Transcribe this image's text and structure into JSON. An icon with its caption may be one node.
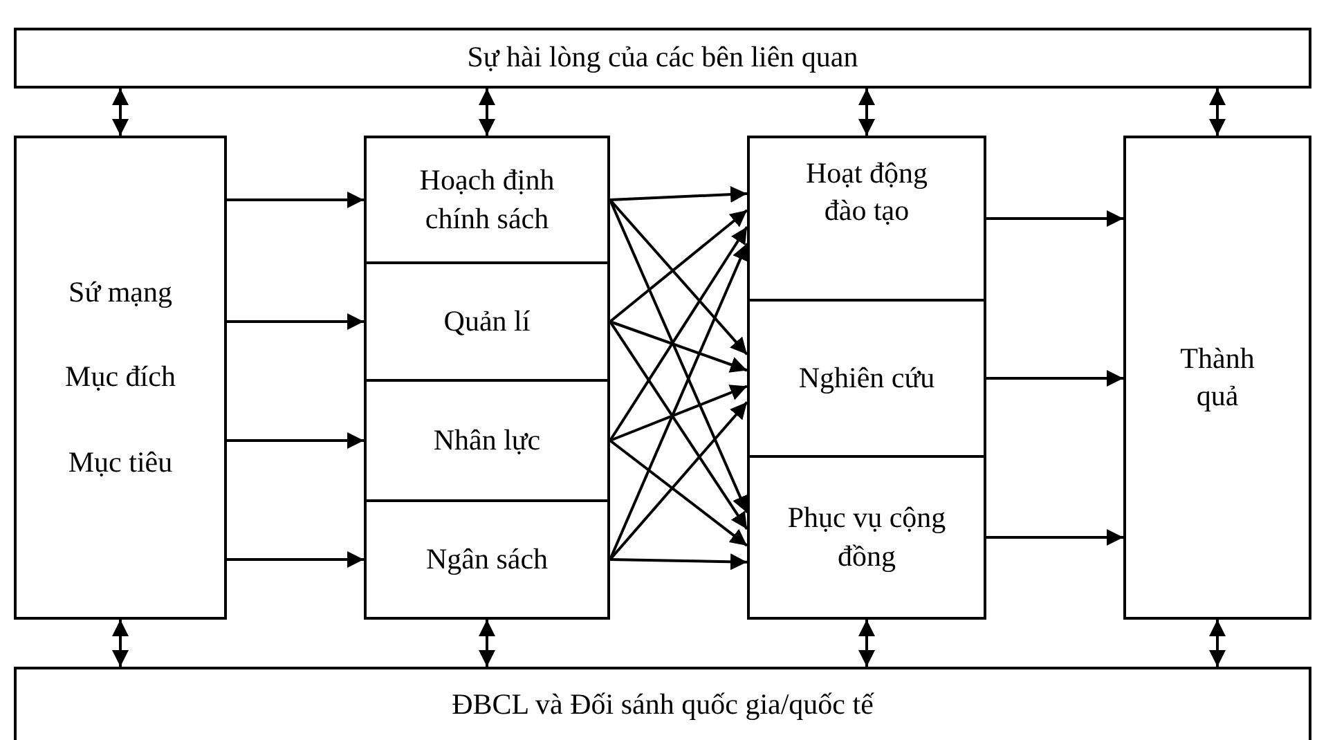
{
  "diagram": {
    "nodes": [
      {
        "text": [
          "Sự hài lòng của các bên liên quan"
        ]
      },
      {
        "text": [
          "Sứ mạng",
          "Mục đích",
          "Mục tiêu"
        ]
      },
      {
        "text": [
          "Hoạch định chính sách"
        ]
      },
      {
        "text": [
          "Quản lí"
        ]
      },
      {
        "text": [
          "Nhân lực"
        ]
      },
      {
        "text": [
          "Ngân sách"
        ]
      },
      {
        "text": [
          "Hoạt động đào tạo"
        ]
      },
      {
        "text": [
          "Nghiên cứu"
        ]
      },
      {
        "text": [
          "Phục vụ cộng đồng"
        ]
      },
      {
        "text": [
          "Thành quả"
        ]
      },
      {
        "text": [
          "ĐBCL và Đối sánh quốc gia/quốc tế"
        ]
      }
    ],
    "edges": [
      {
        "from": 1,
        "to": 2,
        "arrow": "to"
      },
      {
        "from": 1,
        "to": 3,
        "arrow": "to"
      },
      {
        "from": 1,
        "to": 4,
        "arrow": "to"
      },
      {
        "from": 1,
        "to": 5,
        "arrow": "to"
      },
      {
        "from": 2,
        "to": 6,
        "arrow": "to"
      },
      {
        "from": 2,
        "to": 7,
        "arrow": "to"
      },
      {
        "from": 2,
        "to": 8,
        "arrow": "to"
      },
      {
        "from": 3,
        "to": 6,
        "arrow": "to"
      },
      {
        "from": 3,
        "to": 7,
        "arrow": "to"
      },
      {
        "from": 3,
        "to": 8,
        "arrow": "to"
      },
      {
        "from": 4,
        "to": 6,
        "arrow": "to"
      },
      {
        "from": 4,
        "to": 7,
        "arrow": "to"
      },
      {
        "from": 4,
        "to": 8,
        "arrow": "to"
      },
      {
        "from": 5,
        "to": 6,
        "arrow": "to"
      },
      {
        "from": 5,
        "to": 7,
        "arrow": "to"
      },
      {
        "from": 5,
        "to": 8,
        "arrow": "to"
      },
      {
        "from": 6,
        "to": 9,
        "arrow": "to"
      },
      {
        "from": 7,
        "to": 9,
        "arrow": "to"
      },
      {
        "from": 8,
        "to": 9,
        "arrow": "to"
      },
      {
        "from": 0,
        "to": 1,
        "arrow": "both"
      },
      {
        "from": 0,
        "to": 2,
        "arrow": "both"
      },
      {
        "from": 0,
        "to": 6,
        "arrow": "both"
      },
      {
        "from": 0,
        "to": 9,
        "arrow": "both"
      },
      {
        "from": 1,
        "to": 10,
        "arrow": "both"
      },
      {
        "from": 5,
        "to": 10,
        "arrow": "both"
      },
      {
        "from": 8,
        "to": 10,
        "arrow": "both"
      },
      {
        "from": 9,
        "to": 10,
        "arrow": "both"
      }
    ]
  }
}
